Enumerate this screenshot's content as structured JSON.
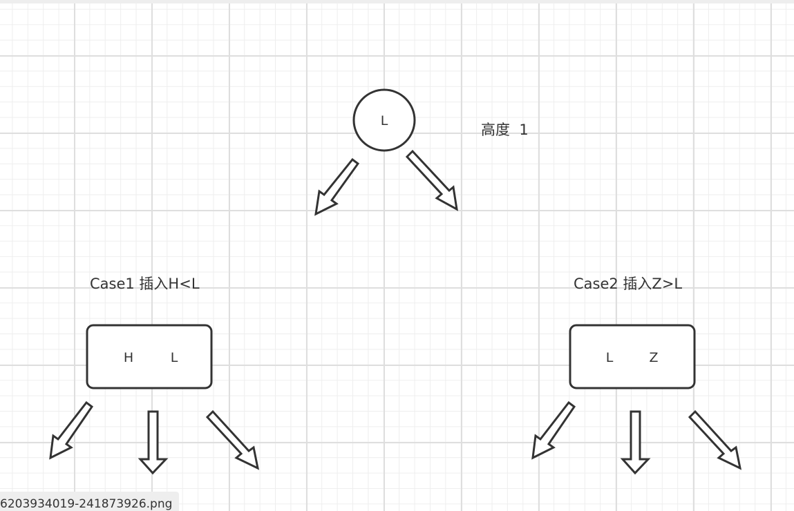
{
  "diagram": {
    "root": {
      "label": "L",
      "height_label": "高度  1"
    },
    "case1": {
      "title": "Case1 插入H<L",
      "keys": [
        "H",
        "L"
      ]
    },
    "case2": {
      "title": "Case2 插入Z>L",
      "keys": [
        "L",
        "Z"
      ]
    }
  },
  "footer": {
    "filename": "6203934019-241873926.png"
  },
  "colors": {
    "stroke": "#333333",
    "grid_major": "#dedede",
    "grid_minor": "#eeeeee",
    "background": "#ffffff"
  }
}
